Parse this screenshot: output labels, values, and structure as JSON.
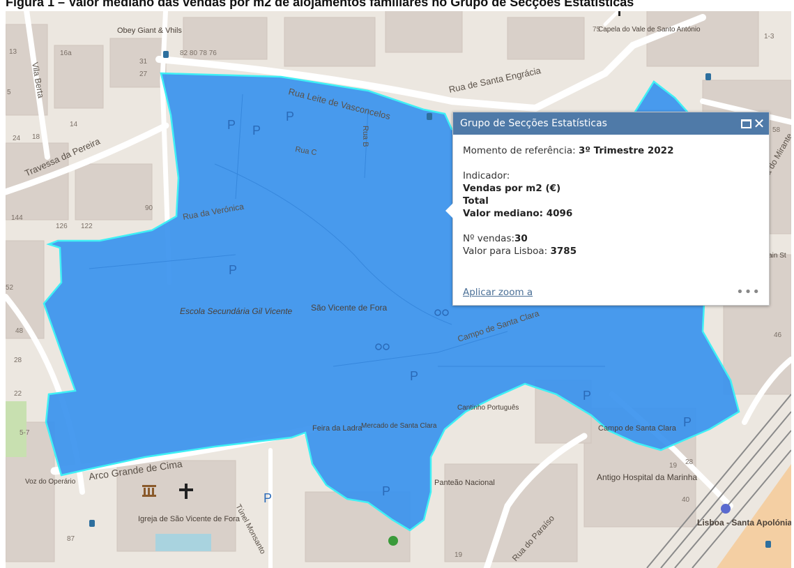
{
  "caption": "Figura 1 – Valor mediano das vendas por m2 de alojamentos familiares no Grupo de Secções Estatísticas",
  "map": {
    "colors": {
      "polygon_fill": "#3b93ee",
      "polygon_outline": "#3ff0f5",
      "base": "#ece7e0",
      "building": "#d9d0c9"
    },
    "street_labels": [
      "Rua de Santa Engrácia",
      "Rua Leite de Vasconcelos",
      "Travessa da Pereira",
      "Vila Berta",
      "Rua da Verónica",
      "Rua C",
      "Rua B",
      "Campo de Santa Clara",
      "Arco Grande de Cima",
      "Rua do Paraíso",
      "Túnel Monsanto",
      "Rua do Mirante"
    ],
    "place_labels": [
      "Obey Giant & Vhils",
      "Capela do Vale de Santo António",
      "Escola Secundária Gil Vicente",
      "São Vicente de Fora",
      "Feira da Ladra",
      "Mercado de Santa Clara",
      "Panteão Nacional",
      "Igreja de São Vicente de Fora",
      "Campo de Santa Clara",
      "Antigo Hospital da Marinha",
      "Lisboa - Santa Apolónia",
      "Voz do Operário",
      "Cantinho Português",
      "Train St"
    ],
    "icon_names": [
      "church-cross-icon",
      "bus-stop-icon",
      "parking-icon",
      "museum-icon",
      "bicycle-icon",
      "swimming-icon",
      "train-station-icon"
    ]
  },
  "popup": {
    "title": "Grupo de Secções Estatísticas",
    "reference_label": "Momento de referência: ",
    "reference_value": "3º Trimestre 2022",
    "indicator_label": "Indicador:",
    "indicator_name": "Vendas por m2 (€)",
    "indicator_scope": "Total",
    "median_label": "Valor mediano: ",
    "median_value": "4096",
    "sales_label": "Nº vendas:",
    "sales_value": "30",
    "lisboa_label": "Valor para Lisboa: ",
    "lisboa_value": "3785",
    "zoom_link": "Aplicar zoom a",
    "more": "•••"
  }
}
